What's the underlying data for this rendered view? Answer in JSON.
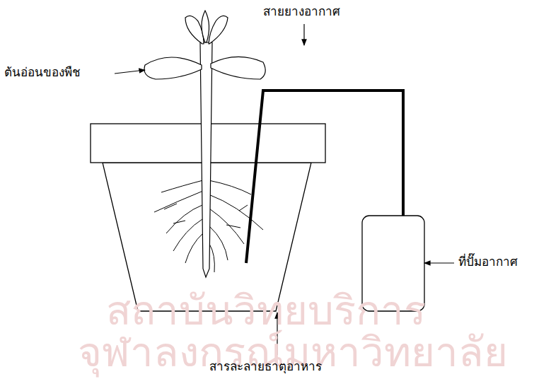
{
  "diagram": {
    "labels": [
      "สายยางอากาศ",
      "ต้นอ่อนของพืช",
      "ที่ปั๊มอากาศ",
      "สารละลายธาตุอาหาร",
      "สถาบันวิทยบริการ",
      "จุฬาลงกรณ์มหาวิทยาลัย"
    ]
  }
}
